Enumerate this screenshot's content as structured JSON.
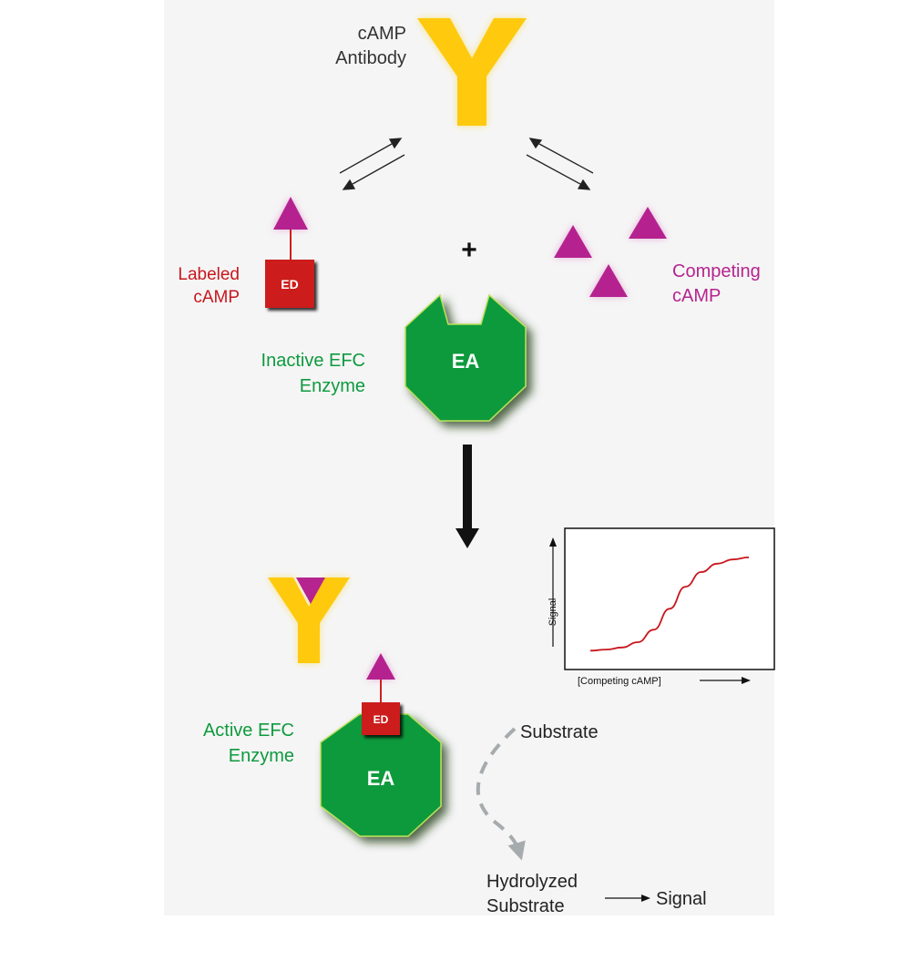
{
  "labels": {
    "antibody_line1": "cAMP",
    "antibody_line2": "Antibody",
    "labeled_line1": "Labeled",
    "labeled_line2": "cAMP",
    "competing_line1": "Competing",
    "competing_line2": "cAMP",
    "inactive_line1": "Inactive EFC",
    "inactive_line2": "Enzyme",
    "active_line1": "Active EFC",
    "active_line2": "Enzyme",
    "plus": "+",
    "ed_top": "ED",
    "ea_top": "EA",
    "ed_bottom": "ED",
    "ea_bottom": "EA",
    "substrate": "Substrate",
    "hydrolyzed_line1": "Hydrolyzed",
    "hydrolyzed_line2": "Substrate",
    "signal_output": "Signal"
  },
  "chart": {
    "ylabel": "Signal",
    "xlabel": "[Competing cAMP]"
  },
  "colors": {
    "antibody": "#FFC90E",
    "camp_triangle": "#B5248F",
    "ed_box": "#CC1F1F",
    "enzyme": "#0E9A3E",
    "enzyme_edge": "#B8E05A",
    "labeled_text": "#C8161D",
    "competing_text": "#B5248F",
    "enzyme_text": "#0E9A3E",
    "curve": "#C8161D",
    "dashed_arrow": "#A6ABAE",
    "background": "#F5F5F5"
  },
  "chart_data": {
    "type": "line",
    "title": "",
    "xlabel": "[Competing cAMP]",
    "ylabel": "Signal",
    "series": [
      {
        "x": [
          0,
          1,
          2,
          3,
          4,
          5,
          6,
          7,
          8,
          9,
          10
        ],
        "values": [
          0.05,
          0.06,
          0.08,
          0.13,
          0.25,
          0.45,
          0.66,
          0.8,
          0.88,
          0.92,
          0.94
        ]
      }
    ],
    "xlim": [
      0,
      10
    ],
    "ylim": [
      0,
      1
    ],
    "grid": false
  }
}
